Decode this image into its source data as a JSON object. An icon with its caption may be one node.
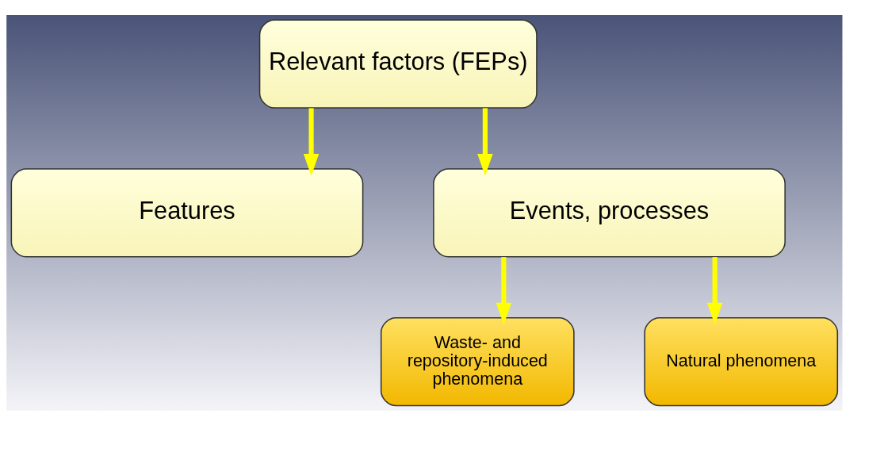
{
  "diagram": {
    "nodes": [
      {
        "text": [
          "Relevant factors (FEPs)"
        ]
      },
      {
        "text": [
          "Features"
        ]
      },
      {
        "text": [
          "Events, processes"
        ]
      },
      {
        "text": [
          "Waste- and repository-induced phenomena"
        ]
      },
      {
        "text": [
          "Natural phenomena"
        ]
      }
    ],
    "edges": [
      {
        "from": 0,
        "to": 1,
        "arrow": "to"
      },
      {
        "from": 0,
        "to": 2,
        "arrow": "to"
      },
      {
        "from": 2,
        "to": 3,
        "arrow": "to"
      },
      {
        "from": 2,
        "to": 4,
        "arrow": "to"
      }
    ]
  }
}
